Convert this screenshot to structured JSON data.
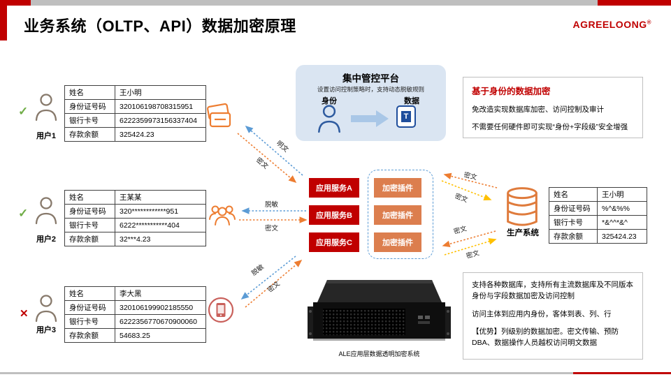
{
  "slide": {
    "title": "业务系统（OLTP、API）数据加密原理",
    "logo": "AGREELOONG",
    "logo_reg": "®"
  },
  "glyphs": {
    "check": "✓",
    "cross": "✕"
  },
  "colors": {
    "accent_red": "#C00000",
    "plugin_orange": "#DC7E4E",
    "platform_blue": "#DAE5F2",
    "arrow_blue": "#5B9BD5",
    "arrow_orange": "#ED7D31",
    "arrow_yellow": "#FFC000",
    "icon_blue": "#2E5B9F",
    "icon_orange": "#ED7D31",
    "check_green": "#70AD47"
  },
  "users": [
    {
      "label": "用户1",
      "status": "allow",
      "rows": [
        [
          "姓名",
          "王小明"
        ],
        [
          "身份证号码",
          "320106198708315951"
        ],
        [
          "银行卡号",
          "6222359973156337404"
        ],
        [
          "存款余额",
          "325424.23"
        ]
      ]
    },
    {
      "label": "用户2",
      "status": "allow",
      "rows": [
        [
          "姓名",
          "王某某"
        ],
        [
          "身份证号码",
          "320************951"
        ],
        [
          "银行卡号",
          "6222***********404"
        ],
        [
          "存款余额",
          "32***4.23"
        ]
      ]
    },
    {
      "label": "用户3",
      "status": "deny",
      "rows": [
        [
          "姓名",
          "李大黑"
        ],
        [
          "身份证号码",
          "320106199902185550"
        ],
        [
          "银行卡号",
          "6222356770670900060"
        ],
        [
          "存款余额",
          "54683.25"
        ]
      ]
    }
  ],
  "platform": {
    "title": "集中管控平台",
    "subtitle": "设置访问控制策略时，支持动态脱敏规则",
    "identity_label": "身份",
    "data_label": "数据",
    "data_icon_letter": "T"
  },
  "services": [
    "应用服务A",
    "应用服务B",
    "应用服务C"
  ],
  "plugins": [
    "加密插件",
    "加密插件",
    "加密插件"
  ],
  "production": {
    "label": "生产系统",
    "rows": [
      [
        "姓名",
        "王小明"
      ],
      [
        "身份证号码",
        "%^&%%"
      ],
      [
        "银行卡号",
        "*&^^*&^"
      ],
      [
        "存款余额",
        "325424.23"
      ]
    ]
  },
  "info_top": {
    "title": "基于身份的数据加密",
    "line1": "免改造实现数据库加密、访问控制及审计",
    "line2": "不需要任何硬件即可实现“身份+字段级”安全增强"
  },
  "info_bottom": {
    "p1": "支持各种数据库，支持所有主流数据库及不同版本身份与字段数据加密及访问控制",
    "p2": "访问主体到应用内身份，客体到表、列、行",
    "p3": "【优势】列级别的数据加密。密文传输、预防DBA、数据操作人员越权访问明文数据"
  },
  "server": {
    "label": "ALE应用层数据透明加密系统"
  },
  "flows": {
    "u1_up": "明文",
    "u1_down": "密文",
    "u2_left": "脱敏",
    "u2_right": "密文",
    "u3_up": "脱敏",
    "u3_down": "密文",
    "db_top_out": "密文",
    "db_top_in": "密文",
    "db_bot_out": "密文",
    "db_bot_in": "密文"
  }
}
